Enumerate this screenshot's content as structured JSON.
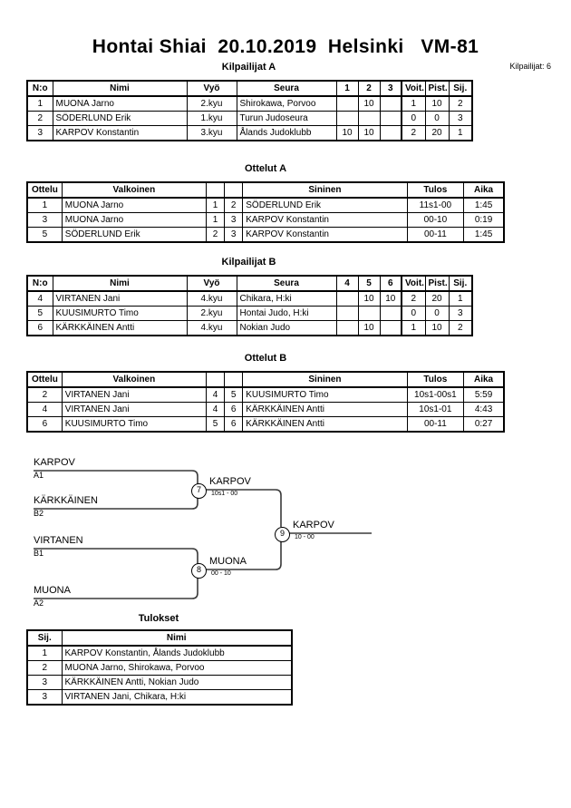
{
  "header": {
    "title": "Hontai Shiai  20.10.2019  Helsinki   VM-81",
    "competitor_count_label": "Kilpailijat: 6"
  },
  "sections": {
    "competitors_a_caption": "Kilpailijat A",
    "matches_a_caption": "Ottelut A",
    "competitors_b_caption": "Kilpailijat B",
    "matches_b_caption": "Ottelut B",
    "results_caption": "Tulokset"
  },
  "competitors_table": {
    "headers": {
      "no": "N:o",
      "name": "Nimi",
      "belt": "Vyö",
      "club": "Seura",
      "wins": "Voit.",
      "points": "Pist.",
      "rank": "Sij."
    },
    "pool_a": {
      "opponent_headers": [
        "1",
        "2",
        "3"
      ],
      "rows": [
        {
          "no": "1",
          "name": "MUONA Jarno",
          "belt": "2.kyu",
          "club": "Shirokawa, Porvoo",
          "scores": [
            "",
            "10",
            ""
          ],
          "wins": "1",
          "points": "10",
          "rank": "2"
        },
        {
          "no": "2",
          "name": "SÖDERLUND Erik",
          "belt": "1.kyu",
          "club": "Turun Judoseura",
          "scores": [
            "",
            "",
            ""
          ],
          "wins": "0",
          "points": "0",
          "rank": "3"
        },
        {
          "no": "3",
          "name": "KARPOV Konstantin",
          "belt": "3.kyu",
          "club": "Ålands Judoklubb",
          "scores": [
            "10",
            "10",
            ""
          ],
          "wins": "2",
          "points": "20",
          "rank": "1"
        }
      ]
    },
    "pool_b": {
      "opponent_headers": [
        "4",
        "5",
        "6"
      ],
      "rows": [
        {
          "no": "4",
          "name": "VIRTANEN Jani",
          "belt": "4.kyu",
          "club": "Chikara, H:ki",
          "scores": [
            "",
            "10",
            "10"
          ],
          "wins": "2",
          "points": "20",
          "rank": "1"
        },
        {
          "no": "5",
          "name": "KUUSIMURTO Timo",
          "belt": "2.kyu",
          "club": "Hontai Judo, H:ki",
          "scores": [
            "",
            "",
            ""
          ],
          "wins": "0",
          "points": "0",
          "rank": "3"
        },
        {
          "no": "6",
          "name": "KÄRKKÄINEN Antti",
          "belt": "4.kyu",
          "club": "Nokian Judo",
          "scores": [
            "",
            "10",
            ""
          ],
          "wins": "1",
          "points": "10",
          "rank": "2"
        }
      ]
    }
  },
  "matches_table": {
    "headers": {
      "match": "Ottelu",
      "white": "Valkoinen",
      "blue": "Sininen",
      "result": "Tulos",
      "time": "Aika"
    },
    "pool_a_rows": [
      {
        "match": "1",
        "white": "MUONA Jarno",
        "white_no": "1",
        "blue_no": "2",
        "blue": "SÖDERLUND Erik",
        "result": "11s1-00",
        "time": "1:45"
      },
      {
        "match": "3",
        "white": "MUONA Jarno",
        "white_no": "1",
        "blue_no": "3",
        "blue": "KARPOV Konstantin",
        "result": "00-10",
        "time": "0:19"
      },
      {
        "match": "5",
        "white": "SÖDERLUND Erik",
        "white_no": "2",
        "blue_no": "3",
        "blue": "KARPOV Konstantin",
        "result": "00-11",
        "time": "1:45"
      }
    ],
    "pool_b_rows": [
      {
        "match": "2",
        "white": "VIRTANEN Jani",
        "white_no": "4",
        "blue_no": "5",
        "blue": "KUUSIMURTO Timo",
        "result": "10s1-00s1",
        "time": "5:59"
      },
      {
        "match": "4",
        "white": "VIRTANEN Jani",
        "white_no": "4",
        "blue_no": "6",
        "blue": "KÄRKKÄINEN Antti",
        "result": "10s1-01",
        "time": "4:43"
      },
      {
        "match": "6",
        "white": "KUUSIMURTO Timo",
        "white_no": "5",
        "blue_no": "6",
        "blue": "KÄRKKÄINEN Antti",
        "result": "00-11",
        "time": "0:27"
      }
    ]
  },
  "bracket": {
    "seeds": [
      {
        "name": "KARPOV",
        "seed": "A1"
      },
      {
        "name": "KÄRKKÄINEN",
        "seed": "B2"
      },
      {
        "name": "VIRTANEN",
        "seed": "B1"
      },
      {
        "name": "MUONA",
        "seed": "A2"
      }
    ],
    "nodes": [
      {
        "number": "7",
        "winner": "KARPOV",
        "score": "10s1 - 00"
      },
      {
        "number": "8",
        "winner": "MUONA",
        "score": "00 - 10"
      },
      {
        "number": "9",
        "winner": "KARPOV",
        "score": "10 - 00"
      }
    ]
  },
  "results_table": {
    "headers": {
      "rank": "Sij.",
      "name": "Nimi"
    },
    "rows": [
      {
        "rank": "1",
        "name": "KARPOV Konstantin, Ålands Judoklubb"
      },
      {
        "rank": "2",
        "name": "MUONA Jarno, Shirokawa, Porvoo"
      },
      {
        "rank": "3",
        "name": "KÄRKKÄINEN Antti, Nokian Judo"
      },
      {
        "rank": "3",
        "name": "VIRTANEN Jani, Chikara, H:ki"
      }
    ]
  }
}
